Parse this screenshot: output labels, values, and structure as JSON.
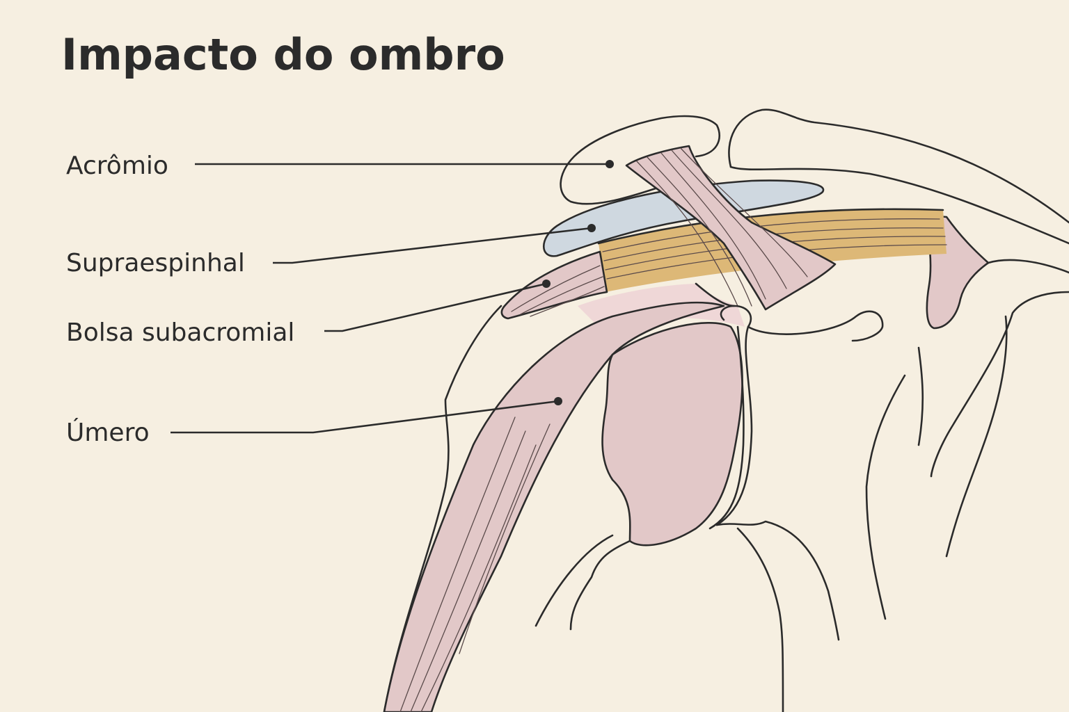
{
  "title": "Impacto do ombro",
  "labels": [
    {
      "id": "acromio",
      "text": "Acrômio"
    },
    {
      "id": "supraespinhal",
      "text": "Supraespinhal"
    },
    {
      "id": "bolsa",
      "text": "Bolsa subacromial"
    },
    {
      "id": "umero",
      "text": "Úmero"
    }
  ],
  "colors": {
    "background": "#f6efe1",
    "muscle": "#e2c8c8",
    "bursa": "#cfd8e0",
    "tendon": "#ddb877",
    "ink": "#2b2b2b"
  }
}
